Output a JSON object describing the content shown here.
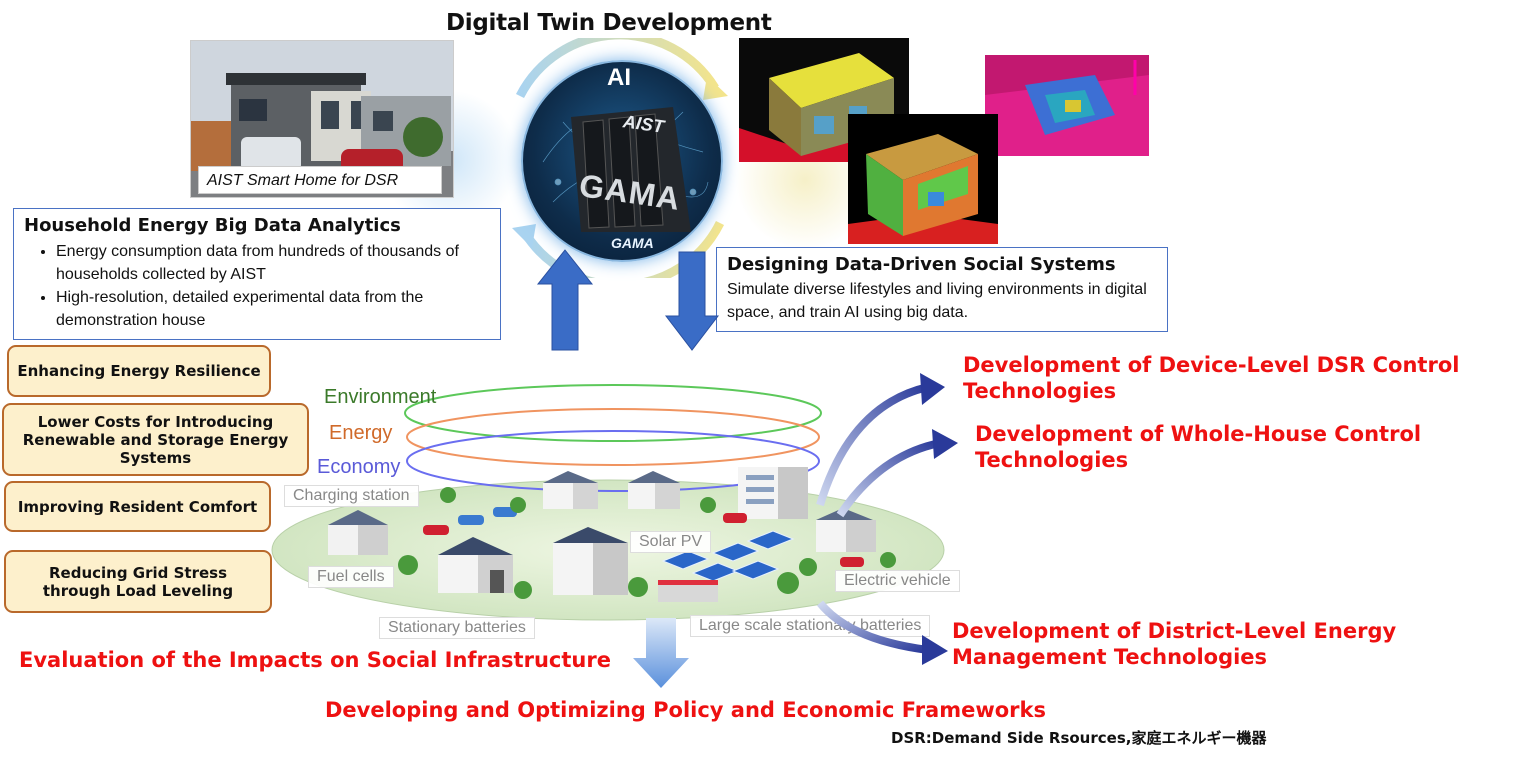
{
  "title": "Digital Twin Development",
  "photo_caption": "AIST Smart Home for DSR",
  "ai": {
    "label": "AI",
    "rack_brand": "AIST",
    "rack_name": "GAMA",
    "footer_logo": "GAMA"
  },
  "household": {
    "title": "Household Energy Big Data Analytics",
    "bullets": [
      "Energy consumption data from hundreds of thousands of households collected by AIST",
      "High-resolution, detailed experimental data from the demonstration house"
    ]
  },
  "designing": {
    "title": "Designing Data-Driven Social Systems",
    "text": "Simulate diverse lifestyles and living environments in digital space, and train AI using big data."
  },
  "benefits": [
    "Enhancing Energy Resilience",
    "Lower Costs for Introducing Renewable and Storage Energy Systems",
    "Improving Resident Comfort",
    "Reducing Grid Stress through Load Leveling"
  ],
  "rings": {
    "environment": "Environment",
    "energy": "Energy",
    "economy": "Economy"
  },
  "map_labels": {
    "charging": "Charging station",
    "solar": "Solar PV",
    "fuel": "Fuel cells",
    "ev": "Electric vehicle",
    "stationary": "Stationary batteries",
    "large": "Large scale stationary batteries"
  },
  "outcomes": {
    "device": "Development of Device-Level DSR Control Technologies",
    "house": "Development of Whole-House Control Technologies",
    "district": "Development of District-Level Energy Management Technologies",
    "evaluation": "Evaluation of the Impacts on Social Infrastructure",
    "policy": "Developing and Optimizing Policy and Economic Frameworks"
  },
  "footnote": "DSR:Demand Side Rsources,家庭エネルギー機器",
  "colors": {
    "accent_red": "#ee1111",
    "box_border": "#4a72c4",
    "benefit_fill": "#fdf0cc",
    "benefit_border": "#b9692b",
    "environment": "#3b7a2a",
    "energy": "#d06a2a",
    "economy": "#5a5ad8",
    "arrow_blue": "#3a6cc6"
  }
}
